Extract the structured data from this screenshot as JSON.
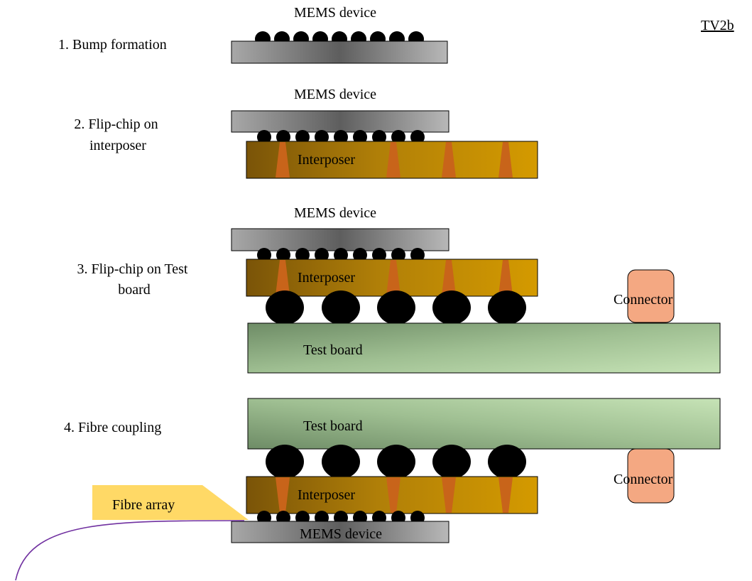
{
  "tag": "TV2b",
  "steps": {
    "s1": [
      "1. Bump formation"
    ],
    "s2": [
      "2. Flip-chip on",
      "interposer"
    ],
    "s3": [
      "3. Flip-chip on Test",
      "board"
    ],
    "s4": [
      "4. Fibre coupling"
    ]
  },
  "labels": {
    "mems": "MEMS device",
    "interposer": "Interposer",
    "test_board": "Test board",
    "connector": "Connector",
    "fibre_array": "Fibre array"
  },
  "colors": {
    "mems_dark": "#5e5e5e",
    "mems_light": "#b8b8b8",
    "interposer_dark": "#7a5408",
    "interposer_light": "#d49a00",
    "via": "#c8641a",
    "board_dark": "#6e8c66",
    "board_light": "#c6e3b6",
    "connector": "#f4a882",
    "fibre_array": "#ffd966",
    "fibre": "#7030a0",
    "bump": "#000000"
  }
}
